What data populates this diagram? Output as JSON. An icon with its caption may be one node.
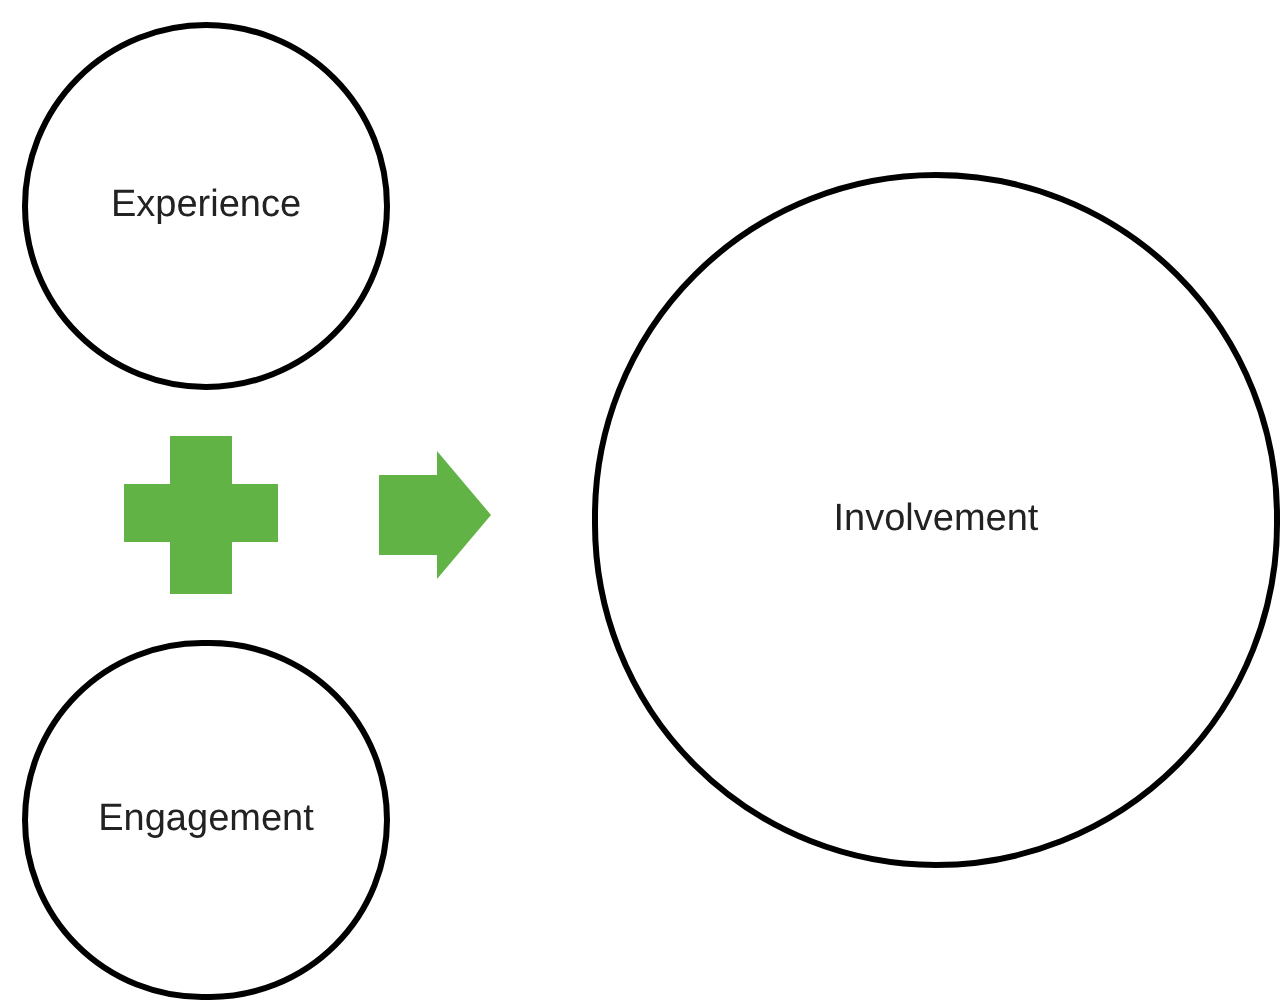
{
  "diagram": {
    "nodes": [
      {
        "text": [
          "Experience"
        ]
      },
      {
        "text": [],
        "shape": "plus"
      },
      {
        "text": [
          "Engagement"
        ]
      },
      {
        "text": [
          "Involvement"
        ]
      }
    ],
    "edges": [
      {
        "from": 1,
        "to": 3,
        "arrow": "to",
        "style": "thick",
        "color": "#62b346"
      }
    ]
  }
}
